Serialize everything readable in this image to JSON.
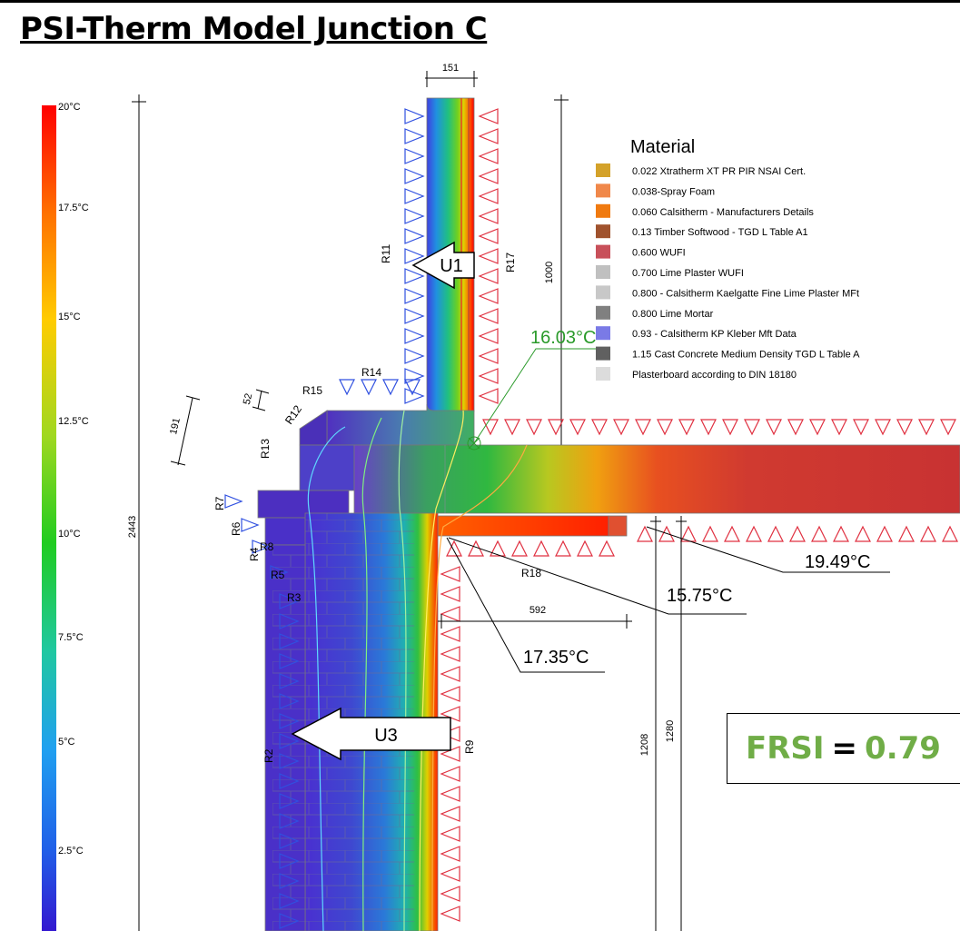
{
  "title": "PSI-Therm Model Junction C",
  "color_scale": {
    "labels": [
      "20°C",
      "17.5°C",
      "15°C",
      "12.5°C",
      "10°C",
      "7.5°C",
      "5°C",
      "2.5°C"
    ],
    "colors": [
      "#ff0000",
      "#ff8c00",
      "#ffd700",
      "#9acd32",
      "#22cc22",
      "#20c0a0",
      "#1e90ff",
      "#3030e0",
      "#3a1fd0"
    ]
  },
  "legend": {
    "title": "Material",
    "items": [
      {
        "label": "0.022 Xtratherm XT PR PIR NSAI Cert.",
        "color": "#d4a22a"
      },
      {
        "label": "0.038-Spray Foam",
        "color": "#f0884a"
      },
      {
        "label": "0.060 Calsitherm - Manufacturers Details",
        "color": "#f07a10"
      },
      {
        "label": "0.13 Timber Softwood - TGD L Table A1",
        "color": "#a0522d"
      },
      {
        "label": "0.600 WUFI",
        "color": "#c8505a"
      },
      {
        "label": "0.700 Lime Plaster WUFI",
        "color": "#c0c0c0"
      },
      {
        "label": "0.800 - Calsitherm Kaelgatte Fine Lime Plaster MFt",
        "color": "#c8c8c8"
      },
      {
        "label": "0.800 Lime Mortar",
        "color": "#808080"
      },
      {
        "label": "0.93 - Calsitherm KP Kleber Mft Data",
        "color": "#7a7ae6"
      },
      {
        "label": "1.15 Cast Concrete Medium Density TGD L Table A",
        "color": "#606060"
      },
      {
        "label": "Plasterboard according to DIN 18180",
        "color": "#dcdcdc"
      }
    ]
  },
  "temperatures": {
    "t1": "16.03°C",
    "t2": "19.49°C",
    "t3": "15.75°C",
    "t4": "17.35°C"
  },
  "flows": {
    "u1": "U1",
    "u3": "U3"
  },
  "dimensions": {
    "d151": "151",
    "d1000": "1000",
    "d2443": "2443",
    "d592": "592",
    "d1208": "1208",
    "d1280": "1280",
    "d191": "191",
    "d52": "52"
  },
  "regions": {
    "r2": "R2",
    "r3": "R3",
    "r4": "R4",
    "r5": "R5",
    "r6": "R6",
    "r7": "R7",
    "r8": "R8",
    "r9": "R9",
    "r11": "R11",
    "r12": "R12",
    "r13": "R13",
    "r14": "R14",
    "r15": "R15",
    "r17": "R17",
    "r18": "R18"
  },
  "frsi": {
    "label": "FRSI",
    "eq": "=",
    "value": "0.79"
  }
}
